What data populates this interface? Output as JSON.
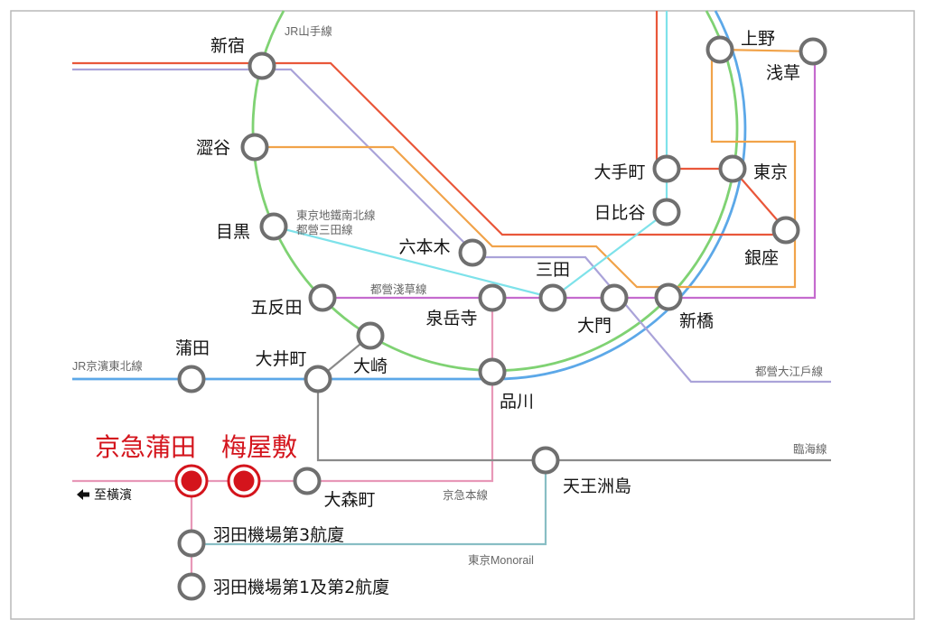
{
  "map": {
    "colors": {
      "highlight": "#d4141c",
      "station_outline": "#6f6f6f"
    },
    "lines": {
      "jr_yamanote": {
        "label": "JR山手線",
        "color": "#7fd273"
      },
      "jr_keihin_tohoku": {
        "label": "JR京濱東北線",
        "color": "#5ca8e8"
      },
      "red_line": {
        "color": "#e9573a"
      },
      "toei_oedo": {
        "label": "都營大江戶線",
        "color": "#aaa3d9"
      },
      "orange_line": {
        "color": "#f1a34a"
      },
      "namboku_mita": {
        "label_1": "東京地鐵南北線",
        "label_2": "都營三田線",
        "color": "#7ee2ea"
      },
      "toei_asakusa": {
        "label": "都營淺草線",
        "color": "#c56bce"
      },
      "keikyu_main": {
        "label": "京急本線",
        "color": "#e898b8",
        "direction": "至橫濱"
      },
      "rinkai": {
        "label": "臨海線",
        "color": "#8a8a8a"
      },
      "tokyo_monorail": {
        "label": "東京Monorail",
        "color": "#88bec4"
      }
    },
    "stations": {
      "shinjuku": "新宿",
      "shibuya": "澀谷",
      "meguro": "目黒",
      "gotanda": "五反田",
      "osaki": "大崎",
      "kamata": "蒲田",
      "oimachi": "大井町",
      "shinagawa": "品川",
      "sengakuji": "泉岳寺",
      "mita": "三田",
      "daimon": "大門",
      "shimbashi": "新橋",
      "roppongi": "六本木",
      "hibiya": "日比谷",
      "otemachi": "大手町",
      "tokyo": "東京",
      "ginza": "銀座",
      "ueno": "上野",
      "asakusa": "浅草",
      "omorimachi": "大森町",
      "tennozu_isle": "天王洲島",
      "haneda_t3": "羽田機場第3航廈",
      "haneda_t1_t2": "羽田機場第1及第2航廈"
    },
    "highlighted_stations": {
      "keikyu_kamata": "京急蒲田",
      "umeyashiki": "梅屋敷"
    }
  }
}
